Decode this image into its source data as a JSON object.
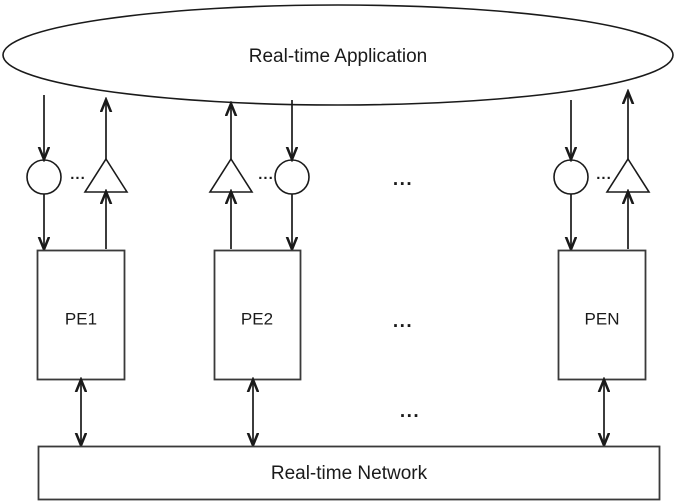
{
  "diagram": {
    "title": "Real-time Application",
    "network": "Real-time Network",
    "ellipsis": "...",
    "nodes": [
      {
        "label": "PE1",
        "left_shape": "circle",
        "right_shape": "triangle"
      },
      {
        "label": "PE2",
        "left_shape": "triangle",
        "right_shape": "circle"
      },
      {
        "label": "PEN",
        "left_shape": "circle",
        "right_shape": "triangle"
      }
    ],
    "inter_node_ellipsis": "...",
    "network_gap_ellipsis": "...",
    "shape_ellipsis": "...",
    "colors": {
      "stroke": "#1a1a1a",
      "box_stroke": "#3a3a3a",
      "background": "#ffffff"
    }
  }
}
